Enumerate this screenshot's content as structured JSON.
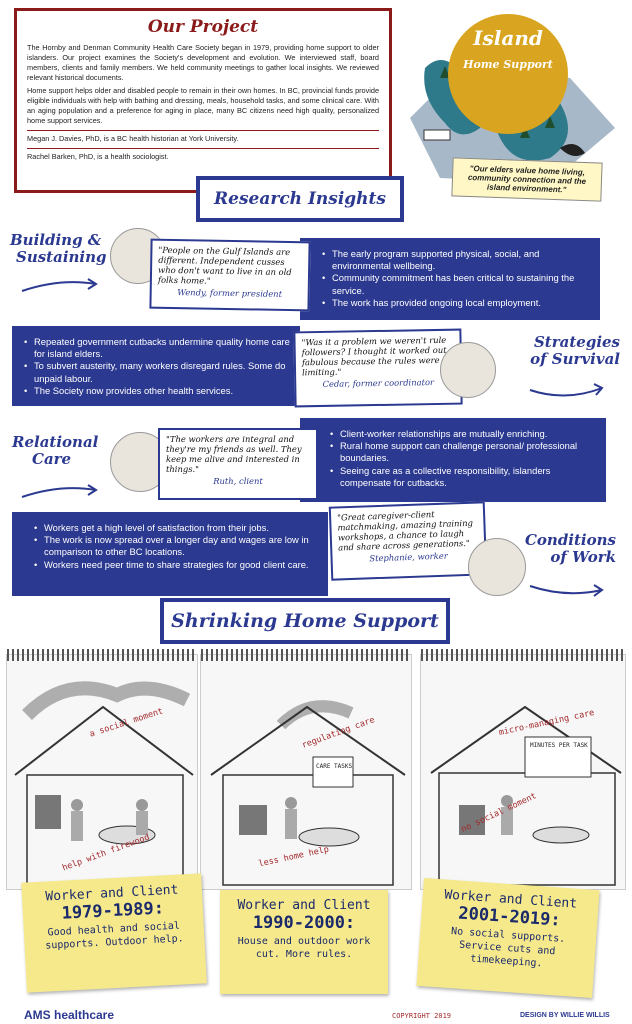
{
  "project": {
    "title": "Our Project",
    "p1": "The Hornby and Denman Community Health Care Society began in 1979, providing home support to older islanders. Our project examines the Society's development and evolution. We interviewed staff, board members, clients and family members. We held community meetings to gather local insights. We reviewed relevant historical documents.",
    "p2": "Home support helps older and disabled people to remain in their own homes. In BC, provincial funds provide eligible individuals with help with bathing and dressing, meals, household tasks, and some clinical care. With an aging population and a preference for aging in place, many BC citizens need high quality, personalized home support services.",
    "p3": "Megan J. Davies, PhD, is a BC health historian at York University.",
    "p4": "Rachel Barken, PhD, is a health sociologist."
  },
  "island": {
    "title": "Island",
    "subtitle": "Home Support",
    "quote": "\"Our elders value home living, community connection and the island environment.\""
  },
  "research_insights": "Research Insights",
  "sections": [
    {
      "heading1": "Building &",
      "heading2": "Sustaining",
      "quote": "\"People on the Gulf Islands are different. Independent cusses who don't want to live in an old folks home.\"",
      "who": "Wendy, former president",
      "bullets": [
        "The early program supported physical, social, and environmental wellbeing.",
        "Community commitment has been critical to sustaining the service.",
        "The work has provided ongoing local employment."
      ]
    },
    {
      "heading1": "Strategies",
      "heading2": "of Survival",
      "quote": "\"Was it a problem we weren't rule followers? I thought it worked out fabulous because the rules were limiting.\"",
      "who": "Cedar, former coordinator",
      "bullets": [
        "Repeated government cutbacks undermine quality home care for island elders.",
        "To subvert austerity, many workers disregard rules. Some do unpaid labour.",
        "The Society now provides other health services."
      ]
    },
    {
      "heading1": "Relational",
      "heading2": "Care",
      "quote": "\"The workers are integral and they're my friends as well. They keep me alive and interested in things.\"",
      "who": "Ruth, client",
      "bullets": [
        "Client-worker relationships are mutually enriching.",
        "Rural home support can challenge personal/ professional boundaries.",
        "Seeing care as a collective responsibility, islanders compensate for cutbacks."
      ]
    },
    {
      "heading1": "Conditions",
      "heading2": "of Work",
      "quote": "\"Great caregiver-client matchmaking, amazing training workshops, a chance to laugh and share across generations.\"",
      "who": "Stephanie, worker",
      "bullets": [
        "Workers get a high level of satisfaction from their jobs.",
        "The work is now spread over a longer day and wages are low in comparison to other BC locations.",
        "Workers need peer time to share strategies for good client care."
      ]
    }
  ],
  "shrinking": "Shrinking Home Support",
  "sketches": [
    {
      "label_a": "a social moment",
      "label_b": "help with firewood"
    },
    {
      "label_a": "regulating care",
      "label_b": "less home help",
      "sign": "CARE TASKS"
    },
    {
      "label_a": "micro-managing care",
      "label_b": "no social moment",
      "sign": "MINUTES PER TASK"
    }
  ],
  "notes": [
    {
      "line1": "Worker and Client",
      "years": "1979-1989:",
      "text": "Good health and social supports. Outdoor help."
    },
    {
      "line1": "Worker and Client",
      "years": "1990-2000:",
      "text": "House and outdoor work cut. More rules."
    },
    {
      "line1": "Worker and Client",
      "years": "2001-2019:",
      "text": "No social supports. Service cuts and timekeeping."
    }
  ],
  "footer": {
    "logo": "AMS healthcare",
    "copyright": "COPYRIGHT 2019",
    "design": "DESIGN BY WILLIE WILLIS"
  },
  "colors": {
    "navy": "#2b3990",
    "maroon": "#8b1a1a",
    "gold": "#d9a520",
    "note": "#f6e98c"
  }
}
